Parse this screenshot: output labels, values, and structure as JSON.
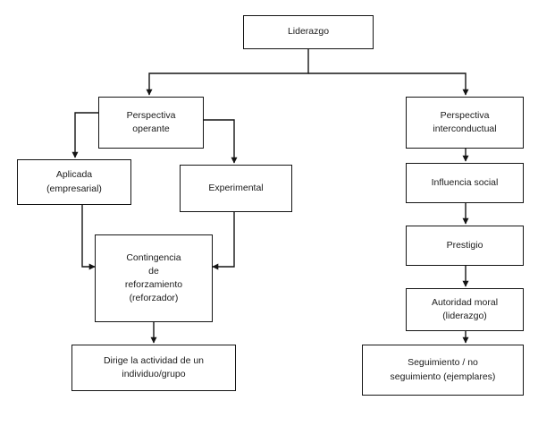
{
  "diagram": {
    "title": "Liderazgo",
    "type": "flowchart",
    "orientation": "top-down",
    "background_color": "#ffffff",
    "line_color": "#141414",
    "text_color": "#1a1a1a",
    "nodes": [
      {
        "id": "liderazgo",
        "label": "Liderazgo"
      },
      {
        "id": "persp_operante",
        "label": "Perspectiva\noperante"
      },
      {
        "id": "persp_inter",
        "label": "Perspectiva\ninterconductual"
      },
      {
        "id": "aplicada",
        "label": "Aplicada\n(empresarial)"
      },
      {
        "id": "experimental",
        "label": "Experimental"
      },
      {
        "id": "influencia",
        "label": "Influencia social"
      },
      {
        "id": "contingencia",
        "label": "Contingencia\nde\nreforzamiento\n(reforzador)"
      },
      {
        "id": "prestigio",
        "label": "Prestigio"
      },
      {
        "id": "autoridad",
        "label": "Autoridad moral\n(liderazgo)"
      },
      {
        "id": "dirige",
        "label": "Dirige la actividad de un\nindividuo/grupo"
      },
      {
        "id": "seguimiento",
        "label": "Seguimiento / no\nseguimiento (ejemplares)"
      }
    ],
    "edges": [
      {
        "from": "liderazgo",
        "to": "persp_operante"
      },
      {
        "from": "liderazgo",
        "to": "persp_inter"
      },
      {
        "from": "persp_operante",
        "to": "aplicada"
      },
      {
        "from": "persp_operante",
        "to": "experimental"
      },
      {
        "from": "aplicada",
        "to": "contingencia"
      },
      {
        "from": "experimental",
        "to": "contingencia"
      },
      {
        "from": "contingencia",
        "to": "dirige"
      },
      {
        "from": "persp_inter",
        "to": "influencia"
      },
      {
        "from": "influencia",
        "to": "prestigio"
      },
      {
        "from": "prestigio",
        "to": "autoridad"
      },
      {
        "from": "autoridad",
        "to": "seguimiento"
      }
    ]
  }
}
